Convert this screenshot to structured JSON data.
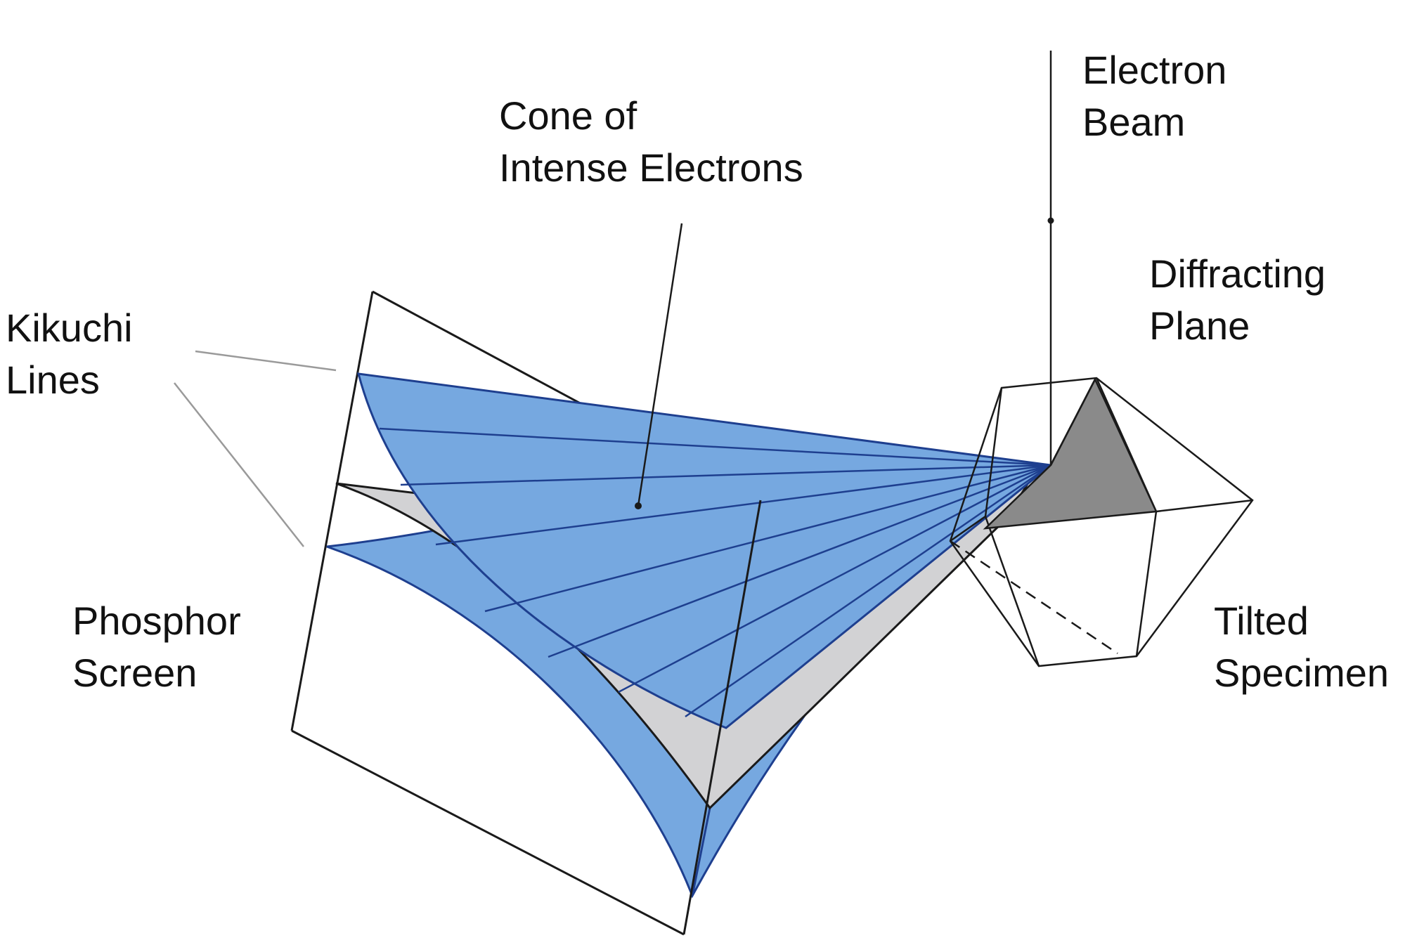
{
  "labels": {
    "electron_beam": [
      "Electron",
      "Beam"
    ],
    "cone": [
      "Cone of",
      "Intense Electrons"
    ],
    "diffracting_plane": [
      "Diffracting",
      "Plane"
    ],
    "kikuchi_lines": [
      "Kikuchi",
      "Lines"
    ],
    "phosphor_screen": [
      "Phosphor",
      "Screen"
    ],
    "tilted_specimen": [
      "Tilted",
      "Specimen"
    ]
  },
  "colors": {
    "cone_fill": "#76a8e0",
    "cone_stroke": "#1e3f8f",
    "plane_fill": "#d2d2d4",
    "specimen_fill": "#8a8a8a",
    "outline": "#1a1a1a",
    "leader": "#9a9a9a"
  }
}
